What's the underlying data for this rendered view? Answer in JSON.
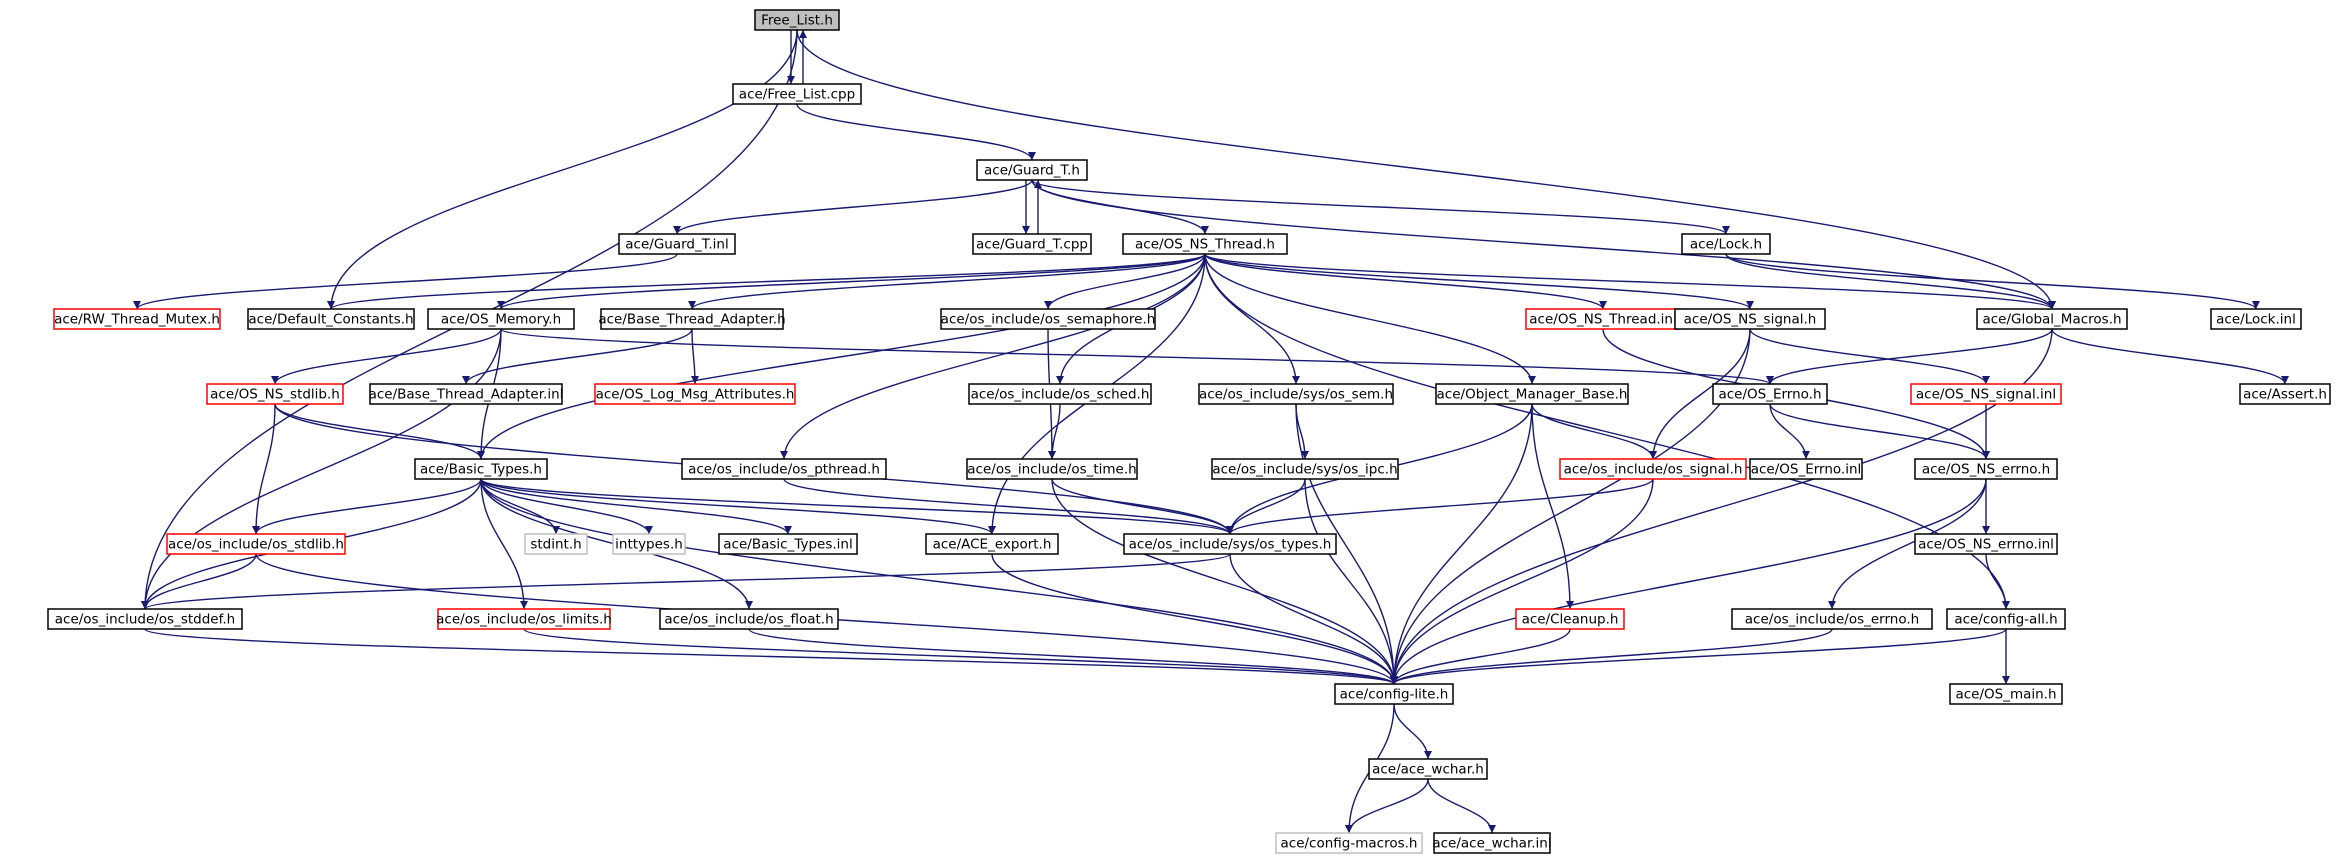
{
  "colors": {
    "edge": "#191970",
    "node_border": "#000000",
    "node_border_incomplete": "#ff0000",
    "node_border_external": "#bfbfbf",
    "root_fill": "#bfbfbf"
  },
  "nodes": [
    {
      "id": "free_list_h",
      "label": "Free_List.h",
      "style": "root"
    },
    {
      "id": "free_list_cpp",
      "label": "ace/Free_List.cpp",
      "style": "normal"
    },
    {
      "id": "guard_t_h",
      "label": "ace/Guard_T.h",
      "style": "normal"
    },
    {
      "id": "guard_t_inl",
      "label": "ace/Guard_T.inl",
      "style": "normal"
    },
    {
      "id": "guard_t_cpp",
      "label": "ace/Guard_T.cpp",
      "style": "normal"
    },
    {
      "id": "os_ns_thread_h",
      "label": "ace/OS_NS_Thread.h",
      "style": "normal"
    },
    {
      "id": "lock_h",
      "label": "ace/Lock.h",
      "style": "normal"
    },
    {
      "id": "rw_thread_mutex_h",
      "label": "ace/RW_Thread_Mutex.h",
      "style": "red"
    },
    {
      "id": "default_constants_h",
      "label": "ace/Default_Constants.h",
      "style": "normal"
    },
    {
      "id": "os_memory_h",
      "label": "ace/OS_Memory.h",
      "style": "normal"
    },
    {
      "id": "base_thread_adapter_h",
      "label": "ace/Base_Thread_Adapter.h",
      "style": "normal"
    },
    {
      "id": "os_semaphore_h",
      "label": "ace/os_include/os_semaphore.h",
      "style": "normal"
    },
    {
      "id": "os_ns_thread_inl",
      "label": "ace/OS_NS_Thread.inl",
      "style": "red"
    },
    {
      "id": "os_ns_signal_h",
      "label": "ace/OS_NS_signal.h",
      "style": "normal"
    },
    {
      "id": "global_macros_h",
      "label": "ace/Global_Macros.h",
      "style": "normal"
    },
    {
      "id": "lock_inl",
      "label": "ace/Lock.inl",
      "style": "normal"
    },
    {
      "id": "os_ns_stdlib_h",
      "label": "ace/OS_NS_stdlib.h",
      "style": "red"
    },
    {
      "id": "base_thread_adapter_inl",
      "label": "ace/Base_Thread_Adapter.inl",
      "style": "normal"
    },
    {
      "id": "os_log_msg_attributes_h",
      "label": "ace/OS_Log_Msg_Attributes.h",
      "style": "red"
    },
    {
      "id": "os_sched_h",
      "label": "ace/os_include/os_sched.h",
      "style": "normal"
    },
    {
      "id": "os_sem_h",
      "label": "ace/os_include/sys/os_sem.h",
      "style": "normal"
    },
    {
      "id": "object_manager_base_h",
      "label": "ace/Object_Manager_Base.h",
      "style": "normal"
    },
    {
      "id": "os_errno_h",
      "label": "ace/OS_Errno.h",
      "style": "normal"
    },
    {
      "id": "os_ns_signal_inl",
      "label": "ace/OS_NS_signal.inl",
      "style": "red"
    },
    {
      "id": "assert_h",
      "label": "ace/Assert.h",
      "style": "normal"
    },
    {
      "id": "basic_types_h",
      "label": "ace/Basic_Types.h",
      "style": "normal"
    },
    {
      "id": "os_pthread_h",
      "label": "ace/os_include/os_pthread.h",
      "style": "normal"
    },
    {
      "id": "os_time_h",
      "label": "ace/os_include/os_time.h",
      "style": "normal"
    },
    {
      "id": "os_ipc_h",
      "label": "ace/os_include/sys/os_ipc.h",
      "style": "normal"
    },
    {
      "id": "os_signal_h",
      "label": "ace/os_include/os_signal.h",
      "style": "red"
    },
    {
      "id": "os_errno_inl",
      "label": "ace/OS_Errno.inl",
      "style": "normal"
    },
    {
      "id": "os_ns_errno_h",
      "label": "ace/OS_NS_errno.h",
      "style": "normal"
    },
    {
      "id": "os_stdlib_h",
      "label": "ace/os_include/os_stdlib.h",
      "style": "red"
    },
    {
      "id": "stdint_h",
      "label": "stdint.h",
      "style": "gray"
    },
    {
      "id": "inttypes_h",
      "label": "inttypes.h",
      "style": "gray"
    },
    {
      "id": "basic_types_inl",
      "label": "ace/Basic_Types.inl",
      "style": "normal"
    },
    {
      "id": "ace_export_h",
      "label": "ace/ACE_export.h",
      "style": "normal"
    },
    {
      "id": "os_types_h",
      "label": "ace/os_include/sys/os_types.h",
      "style": "normal"
    },
    {
      "id": "os_ns_errno_inl",
      "label": "ace/OS_NS_errno.inl",
      "style": "normal"
    },
    {
      "id": "os_stddef_h",
      "label": "ace/os_include/os_stddef.h",
      "style": "normal"
    },
    {
      "id": "os_limits_h",
      "label": "ace/os_include/os_limits.h",
      "style": "red"
    },
    {
      "id": "os_float_h",
      "label": "ace/os_include/os_float.h",
      "style": "normal"
    },
    {
      "id": "cleanup_h",
      "label": "ace/Cleanup.h",
      "style": "red"
    },
    {
      "id": "os_include_errno_h",
      "label": "ace/os_include/os_errno.h",
      "style": "normal"
    },
    {
      "id": "config_all_h",
      "label": "ace/config-all.h",
      "style": "normal"
    },
    {
      "id": "config_lite_h",
      "label": "ace/config-lite.h",
      "style": "normal"
    },
    {
      "id": "os_main_h",
      "label": "ace/OS_main.h",
      "style": "normal"
    },
    {
      "id": "ace_wchar_h",
      "label": "ace/ace_wchar.h",
      "style": "normal"
    },
    {
      "id": "config_macros_h",
      "label": "ace/config-macros.h",
      "style": "gray"
    },
    {
      "id": "ace_wchar_inl",
      "label": "ace/ace_wchar.inl",
      "style": "normal"
    }
  ],
  "edges": [
    [
      "free_list_h",
      "free_list_cpp"
    ],
    [
      "free_list_cpp",
      "free_list_h"
    ],
    [
      "free_list_h",
      "default_constants_h"
    ],
    [
      "free_list_h",
      "global_macros_h"
    ],
    [
      "free_list_h",
      "os_stddef_h"
    ],
    [
      "free_list_cpp",
      "guard_t_h"
    ],
    [
      "guard_t_h",
      "guard_t_inl"
    ],
    [
      "guard_t_h",
      "guard_t_cpp"
    ],
    [
      "guard_t_cpp",
      "guard_t_h"
    ],
    [
      "guard_t_h",
      "os_ns_thread_h"
    ],
    [
      "guard_t_h",
      "lock_h"
    ],
    [
      "guard_t_h",
      "global_macros_h"
    ],
    [
      "guard_t_inl",
      "rw_thread_mutex_h"
    ],
    [
      "lock_h",
      "lock_inl"
    ],
    [
      "lock_h",
      "global_macros_h"
    ],
    [
      "os_ns_thread_h",
      "default_constants_h"
    ],
    [
      "os_ns_thread_h",
      "os_memory_h"
    ],
    [
      "os_ns_thread_h",
      "base_thread_adapter_h"
    ],
    [
      "os_ns_thread_h",
      "os_semaphore_h"
    ],
    [
      "os_ns_thread_h",
      "os_ns_thread_inl"
    ],
    [
      "os_ns_thread_h",
      "os_ns_signal_h"
    ],
    [
      "os_ns_thread_h",
      "global_macros_h"
    ],
    [
      "os_ns_thread_h",
      "os_sched_h"
    ],
    [
      "os_ns_thread_h",
      "os_sem_h"
    ],
    [
      "os_ns_thread_h",
      "object_manager_base_h"
    ],
    [
      "os_ns_thread_h",
      "basic_types_h"
    ],
    [
      "os_ns_thread_h",
      "os_pthread_h"
    ],
    [
      "os_ns_thread_h",
      "ace_export_h"
    ],
    [
      "os_ns_thread_h",
      "config_all_h"
    ],
    [
      "os_memory_h",
      "os_ns_stdlib_h"
    ],
    [
      "os_memory_h",
      "os_errno_h"
    ],
    [
      "os_memory_h",
      "basic_types_h"
    ],
    [
      "os_memory_h",
      "os_stddef_h"
    ],
    [
      "base_thread_adapter_h",
      "base_thread_adapter_inl"
    ],
    [
      "base_thread_adapter_h",
      "os_log_msg_attributes_h"
    ],
    [
      "os_semaphore_h",
      "os_time_h"
    ],
    [
      "os_ns_thread_inl",
      "os_ns_errno_h"
    ],
    [
      "os_ns_signal_h",
      "os_ns_signal_inl"
    ],
    [
      "os_ns_signal_h",
      "os_signal_h"
    ],
    [
      "os_ns_signal_h",
      "config_lite_h"
    ],
    [
      "global_macros_h",
      "os_errno_h"
    ],
    [
      "global_macros_h",
      "assert_h"
    ],
    [
      "global_macros_h",
      "config_lite_h"
    ],
    [
      "os_ns_stdlib_h",
      "basic_types_h"
    ],
    [
      "os_ns_stdlib_h",
      "os_stdlib_h"
    ],
    [
      "os_ns_stdlib_h",
      "os_types_h"
    ],
    [
      "os_sched_h",
      "os_time_h"
    ],
    [
      "os_sem_h",
      "os_ipc_h"
    ],
    [
      "os_sem_h",
      "config_lite_h"
    ],
    [
      "object_manager_base_h",
      "os_signal_h"
    ],
    [
      "object_manager_base_h",
      "os_types_h"
    ],
    [
      "object_manager_base_h",
      "cleanup_h"
    ],
    [
      "object_manager_base_h",
      "config_lite_h"
    ],
    [
      "os_errno_h",
      "os_errno_inl"
    ],
    [
      "os_errno_h",
      "os_ns_errno_h"
    ],
    [
      "os_ns_signal_inl",
      "os_ns_errno_h"
    ],
    [
      "basic_types_h",
      "os_stdlib_h"
    ],
    [
      "basic_types_h",
      "stdint_h"
    ],
    [
      "basic_types_h",
      "inttypes_h"
    ],
    [
      "basic_types_h",
      "basic_types_inl"
    ],
    [
      "basic_types_h",
      "ace_export_h"
    ],
    [
      "basic_types_h",
      "os_types_h"
    ],
    [
      "basic_types_h",
      "os_stddef_h"
    ],
    [
      "basic_types_h",
      "os_limits_h"
    ],
    [
      "basic_types_h",
      "os_float_h"
    ],
    [
      "basic_types_h",
      "config_lite_h"
    ],
    [
      "os_pthread_h",
      "os_types_h"
    ],
    [
      "os_time_h",
      "os_types_h"
    ],
    [
      "os_time_h",
      "config_lite_h"
    ],
    [
      "os_ipc_h",
      "os_types_h"
    ],
    [
      "os_ipc_h",
      "config_lite_h"
    ],
    [
      "os_signal_h",
      "os_types_h"
    ],
    [
      "os_signal_h",
      "config_lite_h"
    ],
    [
      "os_ns_errno_h",
      "os_ns_errno_inl"
    ],
    [
      "os_ns_errno_h",
      "os_include_errno_h"
    ],
    [
      "os_ns_errno_h",
      "config_lite_h"
    ],
    [
      "os_stdlib_h",
      "os_stddef_h"
    ],
    [
      "os_stdlib_h",
      "config_lite_h"
    ],
    [
      "ace_export_h",
      "config_lite_h"
    ],
    [
      "os_types_h",
      "os_stddef_h"
    ],
    [
      "os_types_h",
      "config_lite_h"
    ],
    [
      "os_ns_errno_inl",
      "config_all_h"
    ],
    [
      "os_stddef_h",
      "config_lite_h"
    ],
    [
      "os_limits_h",
      "config_lite_h"
    ],
    [
      "os_float_h",
      "config_lite_h"
    ],
    [
      "cleanup_h",
      "config_lite_h"
    ],
    [
      "os_include_errno_h",
      "config_lite_h"
    ],
    [
      "config_all_h",
      "config_lite_h"
    ],
    [
      "config_all_h",
      "os_main_h"
    ],
    [
      "config_lite_h",
      "ace_wchar_h"
    ],
    [
      "config_lite_h",
      "config_macros_h"
    ],
    [
      "ace_wchar_h",
      "config_macros_h"
    ],
    [
      "ace_wchar_h",
      "ace_wchar_inl"
    ]
  ]
}
